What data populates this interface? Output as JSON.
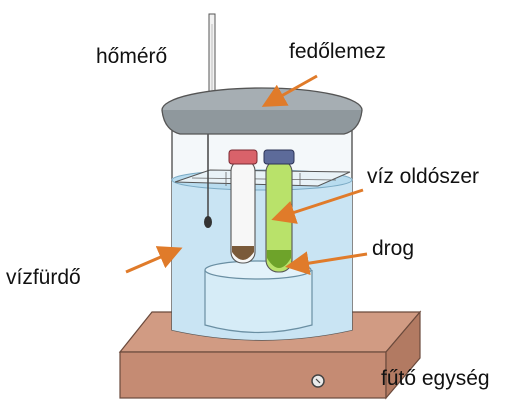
{
  "labels": {
    "thermometer": "hőmérő",
    "cover_plate": "fedőlemez",
    "water_solvent": "víz oldószer",
    "drug": "drog",
    "water_bath": "vízfürdő",
    "heating_unit": "fűtő egység"
  },
  "colors": {
    "arrow": "#e07b2a",
    "water": "#c9e4f3",
    "heater_wood": "#c58b73",
    "lid": "#9aa3a8",
    "cap_red": "#d9626a",
    "cap_blue": "#5d6b9a",
    "tube_solvent": "#b9e26a",
    "drug_brown": "#7a5a3a",
    "drug_green": "#6ea32a"
  },
  "icons": [
    "thermometer-icon",
    "test-tube-icon",
    "beaker-icon",
    "heater-knob-icon"
  ]
}
